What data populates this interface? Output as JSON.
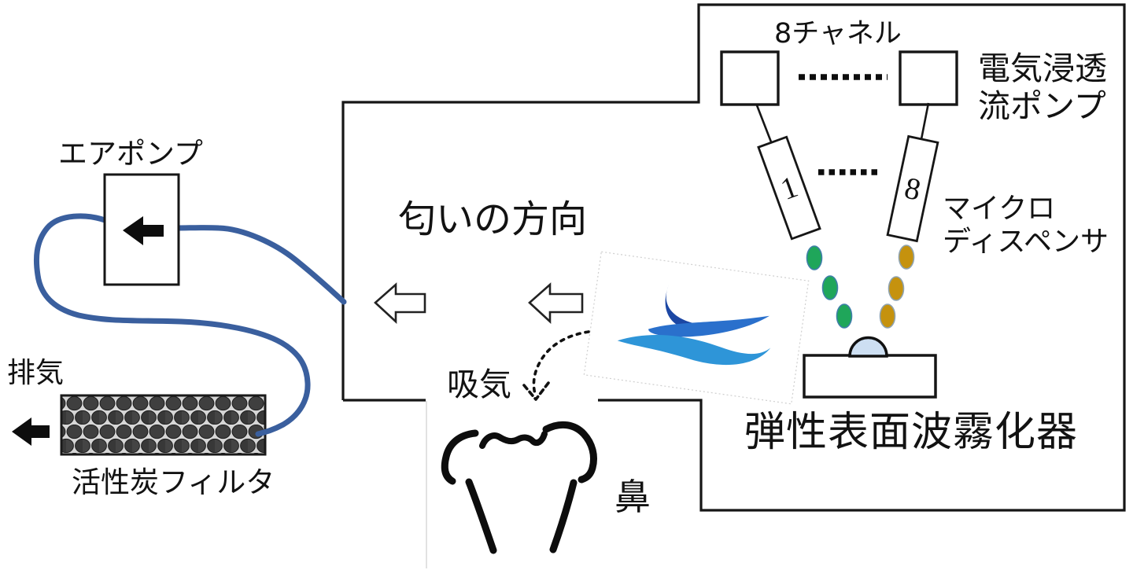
{
  "diagram": {
    "labels": {
      "air_pump": "エアポンプ",
      "exhaust": "排気",
      "carbon_filter": "活性炭フィルタ",
      "odor_direction": "匂いの方向",
      "intake": "吸気",
      "nose": "鼻",
      "channel_count": "8チャネル",
      "eo_pump_line1": "電気浸透",
      "eo_pump_line2": "流ポンプ",
      "micro_dispenser_line1": "マイクロ",
      "micro_dispenser_line2": "ディスペンサ",
      "saw_atomizer": "弾性表面波霧化器",
      "dispenser_first_no": "1",
      "dispenser_last_no": "8"
    },
    "colors": {
      "outline_black": "#161616",
      "tube_blue": "#3a5f9e",
      "droplet_green": "#1fa65a",
      "droplet_green_stroke": "#3f7fa8",
      "droplet_gold": "#c5920e",
      "droplet_gold_stroke": "#8fa3b0",
      "water_drop_fill": "#cddff2",
      "wave_dark_blue": "#1c47a4",
      "wave_mid_blue": "#2a70cc",
      "wave_light_blue": "#2e95d8",
      "filter_cell_dark": "#3f3f3f",
      "faint_line_gray": "#d9d9d9"
    }
  }
}
